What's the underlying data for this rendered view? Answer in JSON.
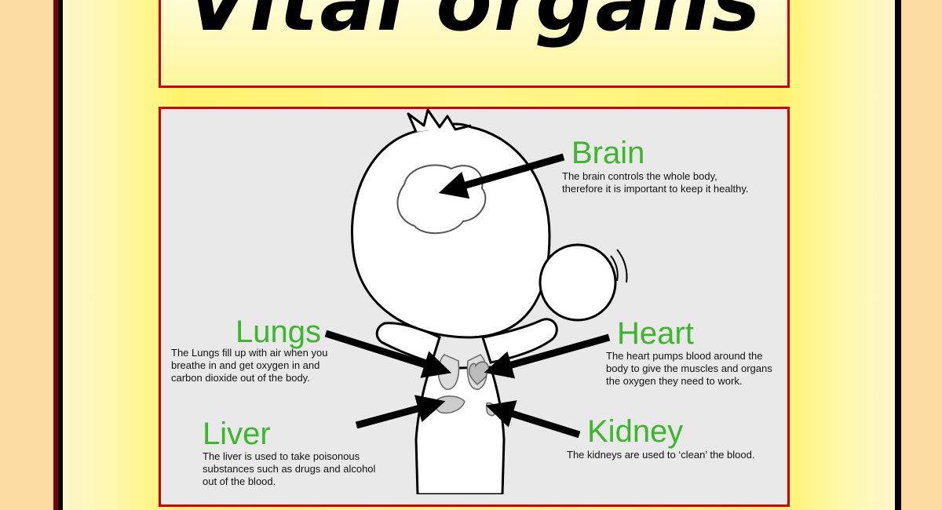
{
  "title": "Vital organs",
  "organs": {
    "brain": {
      "name": "Brain",
      "desc": "The brain controls the whole body,\ntherefore it is important to keep it healthy."
    },
    "lungs": {
      "name": "Lungs",
      "desc": "The Lungs fill up with air when you\nbreathe in and get oxygen in and\ncarbon dioxide out of the body."
    },
    "heart": {
      "name": "Heart",
      "desc": "The heart pumps blood around the\nbody to give the muscles and organs\nthe oxygen they need to work."
    },
    "liver": {
      "name": "Liver",
      "desc": "The liver is used to take poisonous\nsubstances such as drugs and alcohol\nout of the blood."
    },
    "kidney": {
      "name": "Kidney",
      "desc": "The kidneys are used to ‘clean’ the blood."
    }
  },
  "colors": {
    "label_green": "#3db52d",
    "frame_red": "#d00000",
    "poster_yellow": "#fff36e"
  },
  "icons": [
    "child-figure-icon",
    "brain-icon",
    "lungs-icon",
    "heart-icon",
    "liver-icon",
    "kidney-icon",
    "ball-icon"
  ]
}
